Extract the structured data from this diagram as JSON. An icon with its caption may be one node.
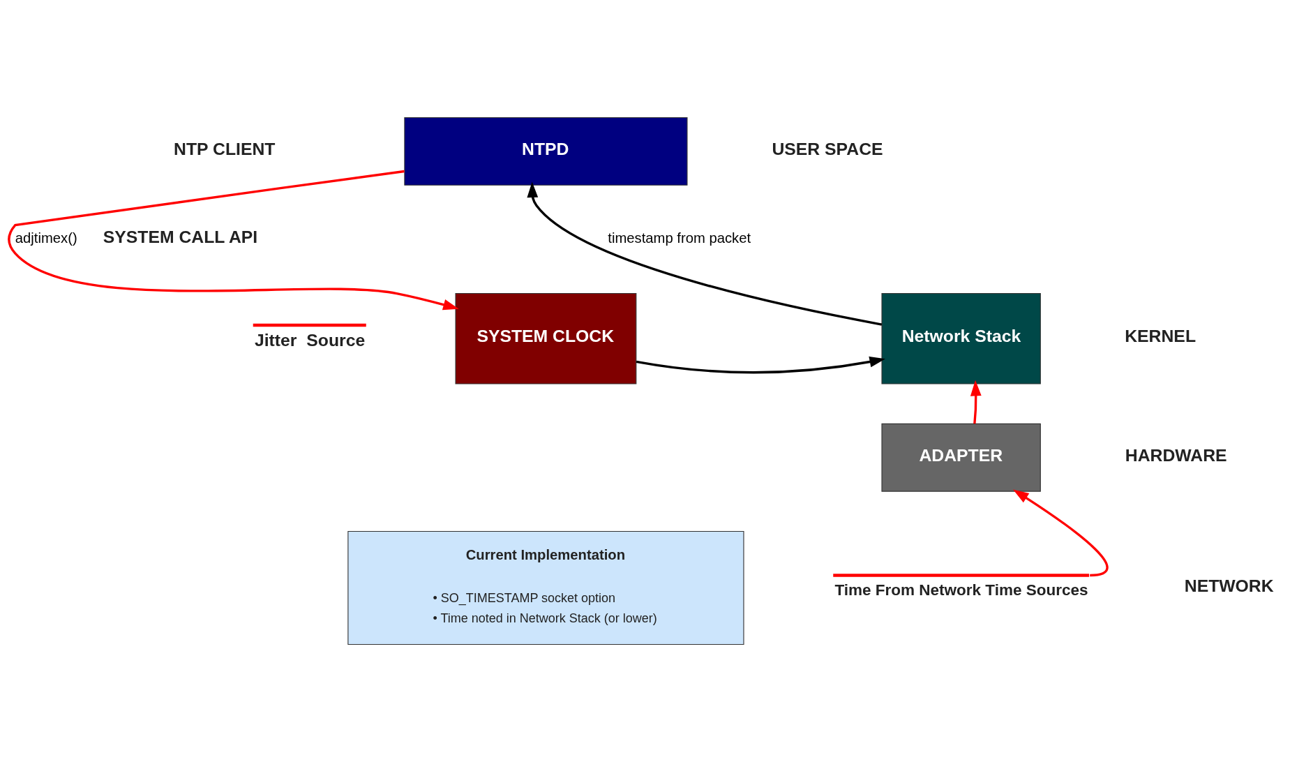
{
  "diagram": {
    "nodes": [
      {
        "text": [
          "NTPD"
        ]
      },
      {
        "text": [
          "SYSTEM CLOCK"
        ]
      },
      {
        "text": [
          "Network Stack"
        ]
      },
      {
        "text": [
          "ADAPTER"
        ]
      },
      {
        "text": [],
        "shape": "bar",
        "beside": [
          "Time From Network Time Sources"
        ]
      },
      {
        "text": [
          "Current Implementation",
          "• SO_TIMESTAMP socket option",
          "• Time noted in Network Stack (or lower)"
        ]
      }
    ],
    "edges": [
      {
        "from": 0,
        "to": 1,
        "arrow": "to",
        "label": "adjtimex()"
      },
      {
        "from": 2,
        "to": 0,
        "arrow": "to",
        "label": "timestamp from packet",
        "color": "#000000"
      },
      {
        "from": 1,
        "to": 2,
        "arrow": "to",
        "color": "#000000"
      },
      {
        "from": 3,
        "to": 2,
        "arrow": "to"
      },
      {
        "from": 4,
        "to": 3,
        "arrow": "to"
      }
    ],
    "labels": [
      "NTP CLIENT",
      "USER SPACE",
      "SYSTEM CALL API",
      "KERNEL",
      "HARDWARE",
      "NETWORK"
    ],
    "legend": [
      {
        "text": "Jitter  Source"
      }
    ]
  }
}
